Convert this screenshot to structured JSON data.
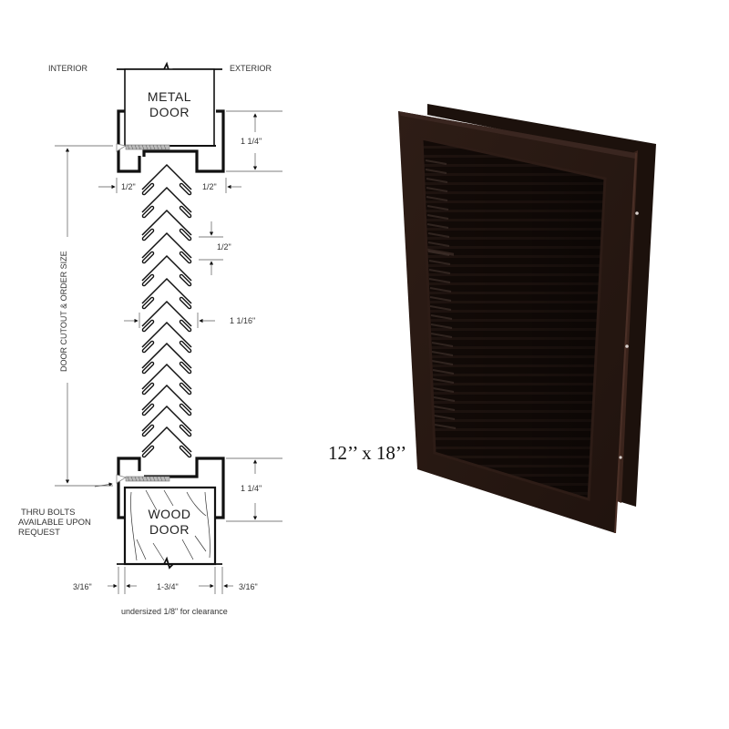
{
  "diagram": {
    "side_labels": {
      "interior": "INTERIOR",
      "exterior": "EXTERIOR"
    },
    "metal_door": {
      "line1": "METAL",
      "line2": "DOOR"
    },
    "wood_door": {
      "line1": "WOOD",
      "line2": "DOOR"
    },
    "dimensions": {
      "frame_depth_top": "1 1/4\"",
      "frame_depth_bottom": "1 1/4\"",
      "offset_left": "1/2\"",
      "offset_right": "1/2\"",
      "blade_spacing": "1/2\"",
      "blade_depth": "1 1/16\"",
      "cutout": "DOOR CUTOUT & ORDER SIZE",
      "edge_left": "3/16\"",
      "door_thickness": "1-3/4\"",
      "edge_right": "3/16\""
    },
    "notes": {
      "thru_bolts_line1": "THRU BOLTS",
      "thru_bolts_line2": "AVAILABLE UPON",
      "thru_bolts_line3": "REQUEST",
      "clearance": "undersized 1/8\" for clearance"
    }
  },
  "product": {
    "size_label": "12’’ x 18’’",
    "colors": {
      "frame": "#2a1a14",
      "louver_dark": "#140c09",
      "louver_highlight": "#3a2a24",
      "edge": "#4a2f26"
    }
  }
}
